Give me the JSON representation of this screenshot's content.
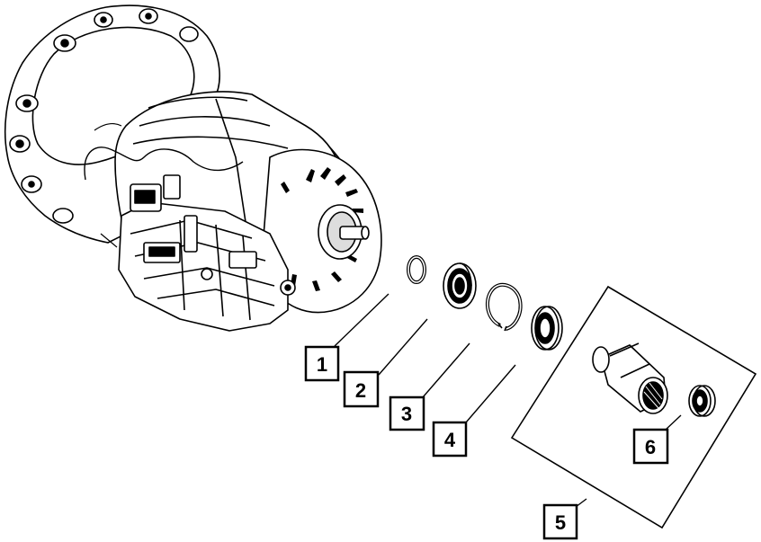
{
  "callouts": [
    {
      "id": "1",
      "label": "1"
    },
    {
      "id": "2",
      "label": "2"
    },
    {
      "id": "3",
      "label": "3"
    },
    {
      "id": "4",
      "label": "4"
    },
    {
      "id": "5",
      "label": "5"
    },
    {
      "id": "6",
      "label": "6"
    }
  ],
  "colors": {
    "ink": "#000000",
    "paper": "#ffffff",
    "shade": "#d9d9d9"
  }
}
